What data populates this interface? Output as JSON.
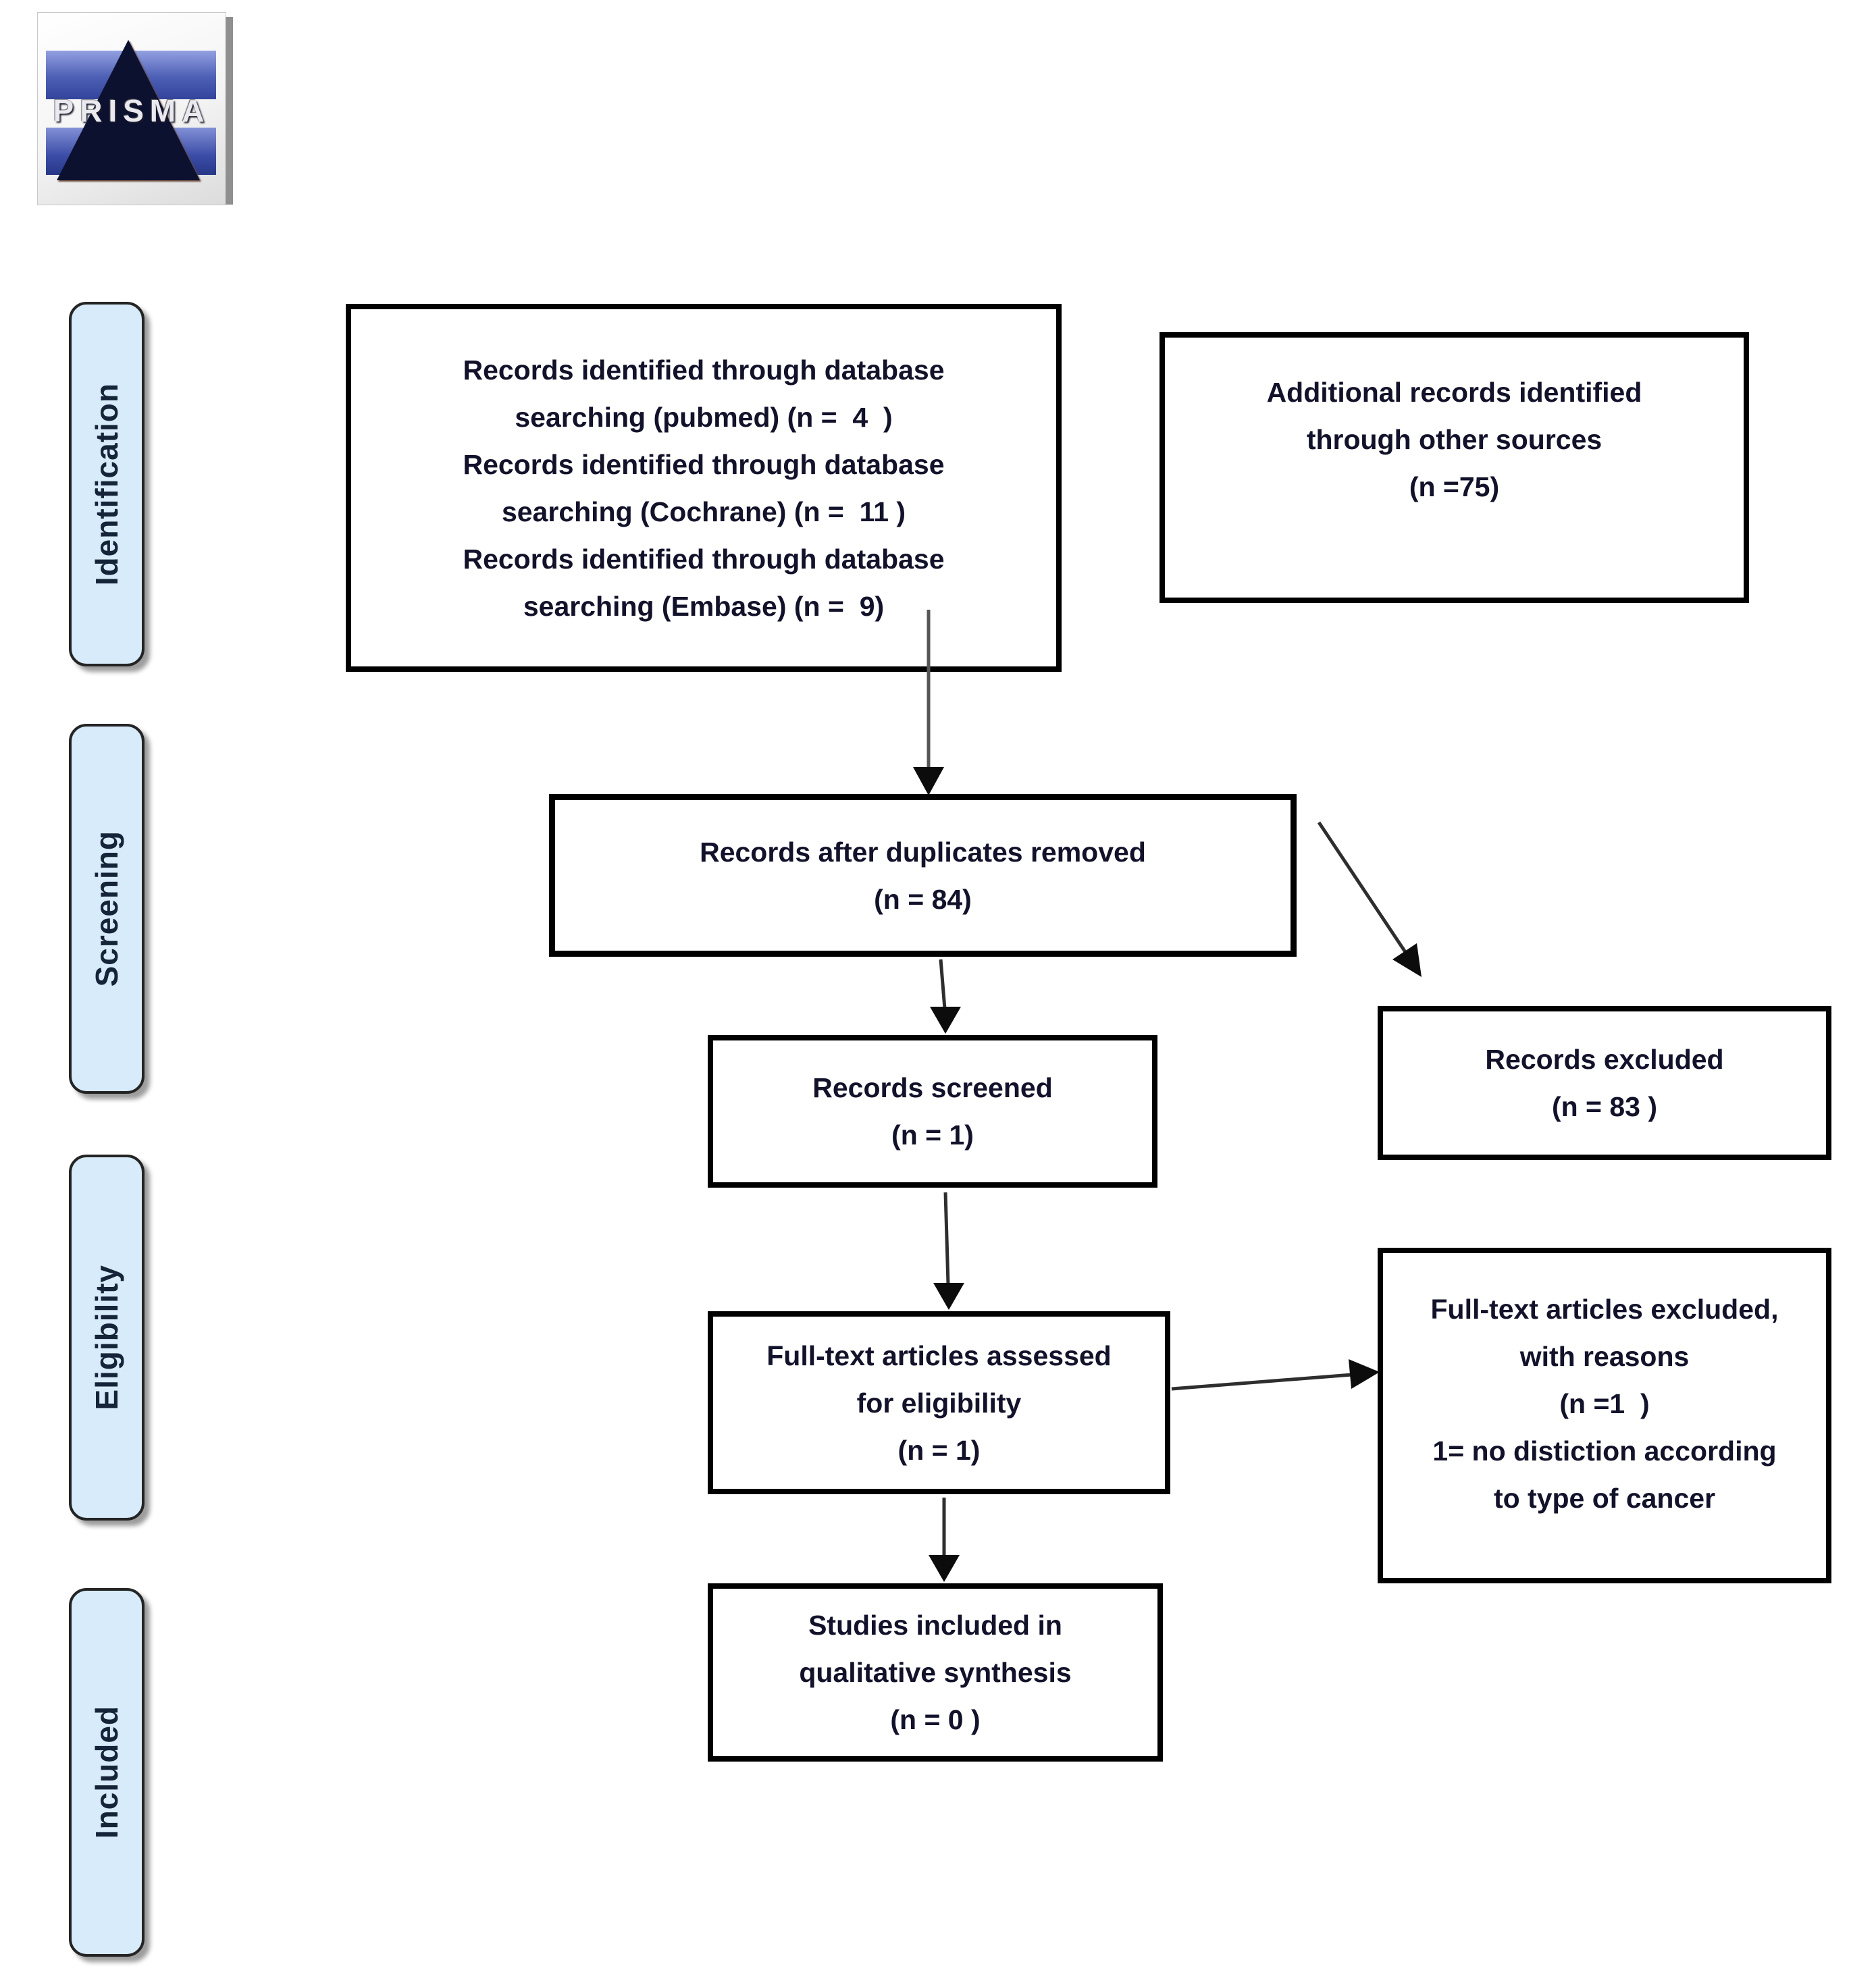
{
  "logo": {
    "text": "PRISMA"
  },
  "sidebar": {
    "stages": [
      {
        "label": "Identification"
      },
      {
        "label": "Screening"
      },
      {
        "label": "Eligibility"
      },
      {
        "label": "Included"
      }
    ]
  },
  "flow": {
    "records_identified": {
      "lines": [
        "Records identified through database",
        "searching (pubmed) (n =  4  )",
        "Records identified through database",
        "searching (Cochrane) (n =  11 )",
        "Records identified through database",
        "searching (Embase) (n =  9)"
      ]
    },
    "additional_records": {
      "lines": [
        "Additional records identified",
        "through other sources",
        "(n =75)"
      ]
    },
    "duplicates_removed": {
      "lines": [
        "Records after duplicates removed",
        "(n = 84)"
      ]
    },
    "records_screened": {
      "lines": [
        "Records screened",
        "(n = 1)"
      ]
    },
    "records_excluded": {
      "lines": [
        "Records excluded",
        "(n = 83 )"
      ]
    },
    "fulltext_assessed": {
      "lines": [
        "Full-text articles assessed",
        "for eligibility",
        "(n = 1)"
      ]
    },
    "fulltext_excluded": {
      "lines": [
        "Full-text articles excluded,",
        "with reasons",
        "(n =1  )",
        "1= no distiction according",
        "to type of cancer"
      ]
    },
    "studies_included": {
      "lines": [
        "Studies included in",
        "qualitative synthesis",
        "(n = 0 )"
      ]
    }
  },
  "colors": {
    "box_border": "#000000",
    "text": "#12122b",
    "stage_fill": "#d7ebfa",
    "logo_bar_blue": "#4d5fb5",
    "logo_triangle_navy": "#0d1130",
    "arrow": "#2e2e2e"
  }
}
